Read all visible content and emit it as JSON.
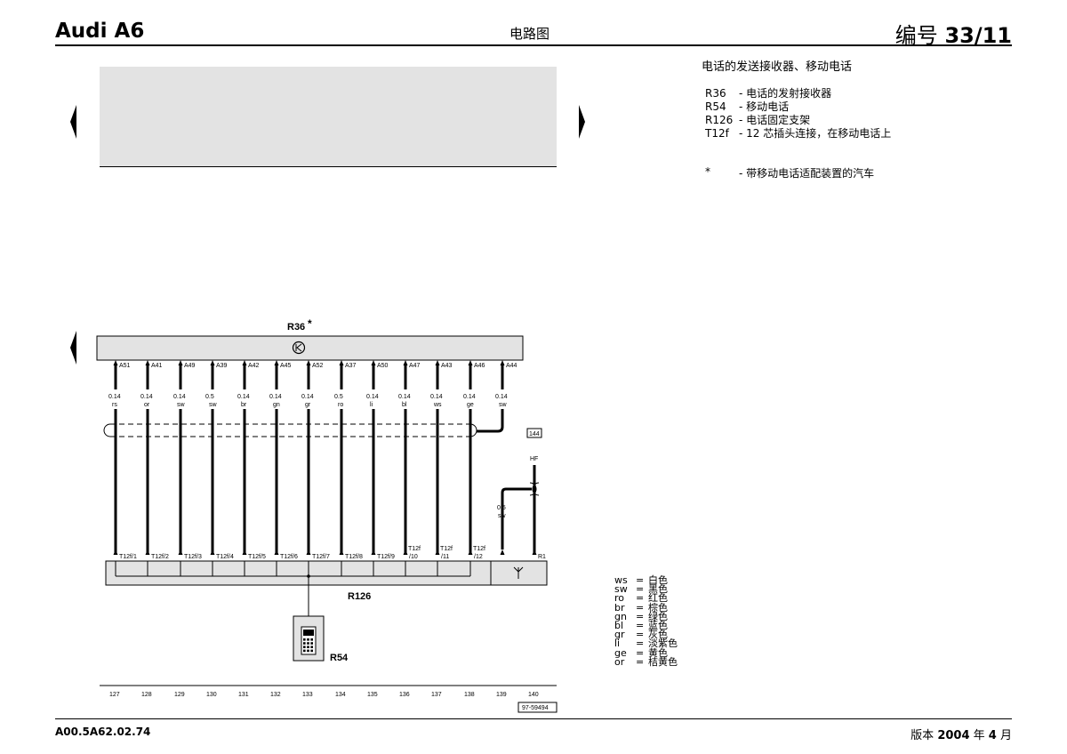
{
  "header": {
    "model": "Audi A6",
    "doc_type": "电路图",
    "number_prefix": "编号",
    "number": "33/11"
  },
  "footer": {
    "code": "A00.5A62.02.74",
    "version_prefix": "版本",
    "year": "2004",
    "year_suffix": "年",
    "month": "4",
    "month_suffix": "月"
  },
  "title": "电话的发送接收器、移动电话",
  "legend": [
    {
      "code": "R36",
      "desc": "- 电话的发射接收器"
    },
    {
      "code": "R54",
      "desc": "- 移动电话"
    },
    {
      "code": "R126",
      "desc": "- 电话固定支架"
    },
    {
      "code": "T12f",
      "desc": "- 12 芯插头连接，在移动电话上"
    }
  ],
  "note": {
    "symbol": "*",
    "desc": "- 带移动电话适配装置的汽车"
  },
  "colors": [
    {
      "abbr": "ws",
      "eq": "=",
      "name": "白色"
    },
    {
      "abbr": "sw",
      "eq": "=",
      "name": "黑色"
    },
    {
      "abbr": "ro",
      "eq": "=",
      "name": "红色"
    },
    {
      "abbr": "br",
      "eq": "=",
      "name": "棕色"
    },
    {
      "abbr": "gn",
      "eq": "=",
      "name": "绿色"
    },
    {
      "abbr": "bl",
      "eq": "=",
      "name": "蓝色"
    },
    {
      "abbr": "gr",
      "eq": "=",
      "name": "灰色"
    },
    {
      "abbr": "li",
      "eq": "=",
      "name": "淡紫色"
    },
    {
      "abbr": "ge",
      "eq": "=",
      "name": "黄色"
    },
    {
      "abbr": "or",
      "eq": "=",
      "name": "桔黄色"
    }
  ],
  "diagram": {
    "r36_label": "R36",
    "r36_star": "*",
    "r126_label": "R126",
    "r54_label": "R54",
    "ref_box": "144",
    "hf_label": "HF",
    "ground_wire": {
      "size": "0.5",
      "color": "sw"
    },
    "drawing_number": "97-59494",
    "wires": [
      {
        "pin": "A51",
        "size": "0.14",
        "color": "rs",
        "conn": [
          "T12f/1"
        ],
        "col": "127"
      },
      {
        "pin": "A41",
        "size": "0.14",
        "color": "or",
        "conn": [
          "T12f/2"
        ],
        "col": "128"
      },
      {
        "pin": "A49",
        "size": "0.14",
        "color": "sw",
        "conn": [
          "T12f/3"
        ],
        "col": "129"
      },
      {
        "pin": "A39",
        "size": "0.5",
        "color": "sw",
        "conn": [
          "T12f/4"
        ],
        "col": "130"
      },
      {
        "pin": "A42",
        "size": "0.14",
        "color": "br",
        "conn": [
          "T12f/5"
        ],
        "col": "131"
      },
      {
        "pin": "A45",
        "size": "0.14",
        "color": "gn",
        "conn": [
          "T12f/6"
        ],
        "col": "132"
      },
      {
        "pin": "A52",
        "size": "0.14",
        "color": "gr",
        "conn": [
          "T12f/7"
        ],
        "col": "133"
      },
      {
        "pin": "A37",
        "size": "0.5",
        "color": "ro",
        "conn": [
          "T12f/8"
        ],
        "col": "134"
      },
      {
        "pin": "A50",
        "size": "0.14",
        "color": "li",
        "conn": [
          "T12f/9"
        ],
        "col": "135"
      },
      {
        "pin": "A47",
        "size": "0.14",
        "color": "bl",
        "conn": [
          "T12f",
          "/10"
        ],
        "col": "136"
      },
      {
        "pin": "A43",
        "size": "0.14",
        "color": "ws",
        "conn": [
          "T12f",
          "/11"
        ],
        "col": "137"
      },
      {
        "pin": "A46",
        "size": "0.14",
        "color": "ge",
        "conn": [
          "T12f",
          "/12"
        ],
        "col": "138"
      },
      {
        "pin": "A44",
        "size": "0.14",
        "color": "sw",
        "conn": [],
        "col": "139"
      },
      {
        "pin": "",
        "size": "",
        "color": "",
        "conn": [
          "R1"
        ],
        "col": "140"
      }
    ]
  }
}
